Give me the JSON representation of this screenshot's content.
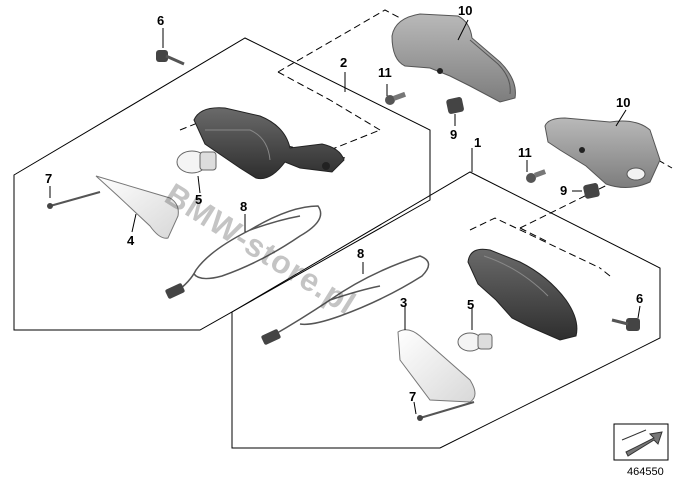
{
  "callouts": {
    "c1": "1",
    "c2": "2",
    "c3": "3",
    "c4": "4",
    "c5a": "5",
    "c5b": "5",
    "c6a": "6",
    "c6b": "6",
    "c7a": "7",
    "c7b": "7",
    "c8a": "8",
    "c8b": "8",
    "c9a": "9",
    "c9b": "9",
    "c10a": "10",
    "c10b": "10",
    "c11a": "11",
    "c11b": "11"
  },
  "watermark": "BMW-store.pl",
  "diagram_id": "464550",
  "icon": "orientation-arrow-icon"
}
